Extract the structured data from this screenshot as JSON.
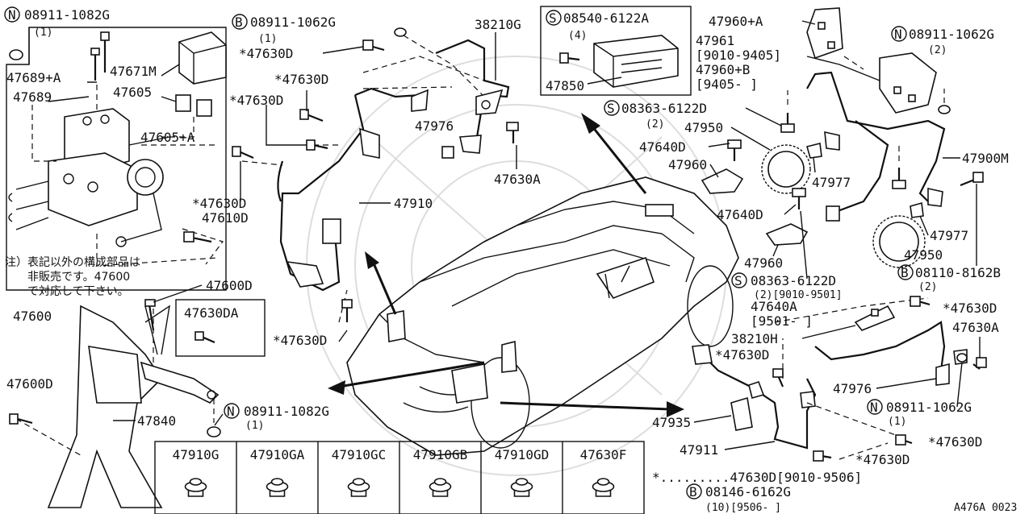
{
  "labels": {
    "n_08911_1082g_top": "08911-1082G",
    "n_08911_1082g_top_qty": "(1)",
    "p47689a": "47689+A",
    "p47689": "47689",
    "p47671m": "47671M",
    "p47605": "47605",
    "p47605a": "47605+A",
    "note_line1": "注）表記以外の構成部品は",
    "note_line2": "非販売です。47600",
    "note_line3": "で対応して下さい。",
    "p47600": "47600",
    "p47600d_left": "47600D",
    "p47600d_mid": "47600D",
    "p47840": "47840",
    "b_08911_1062g": "08911-1062G",
    "b_08911_1062g_qty": "(1)",
    "p47630d_a": "47630D",
    "p47630d_b": "47630D",
    "p47630d_c": "47630D",
    "p47630d_d": "47630D",
    "p47630d_e": "47630D",
    "p47610d": "47610D",
    "p47910": "47910",
    "p38210g": "38210G",
    "p47976_top": "47976",
    "p47630a_top": "47630A",
    "p47630da": "47630DA",
    "n_08911_1082g_bottom": "08911-1082G",
    "n_08911_1082g_bottom_qty": "(1)",
    "s_08540_6122a": "08540-6122A",
    "s_08540_6122a_qty": "(4)",
    "p47850": "47850",
    "p47960a": "47960+A",
    "p47961": "47961",
    "p47961_range": "[9010-9405]",
    "p47960b": "47960+B",
    "p47960b_range": "[9405-   ]",
    "n_08911_1062g_right": "08911-1062G",
    "n_08911_1062g_right_qty": "(2)",
    "s_08363_6122d_top": "08363-6122D",
    "s_08363_6122d_top_qty": "(2)",
    "p47950_top": "47950",
    "p47640d_top": "47640D",
    "p47960_top": "47960",
    "p47977_top": "47977",
    "p47900m": "47900M",
    "p47640d_mid": "47640D",
    "p47977_mid": "47977",
    "p47960_bottom": "47960",
    "p47950_bottom": "47950",
    "s_08363_6122d_bottom": "08363-6122D",
    "s_08363_6122d_bottom_qty": "(2)[9010-9501]",
    "b_08110_8162b": "08110-8162B",
    "b_08110_8162b_qty": "(2)",
    "p47640a": "47640A",
    "p47640a_range": "[9501-   ]",
    "p47630d_r1": "47630D",
    "p38210h": "38210H",
    "p47630a_right": "47630A",
    "p47630d_r2": "47630D",
    "p47976_right": "47976",
    "n_08911_1062g_lower": "08911-1062G",
    "n_08911_1062g_lower_qty": "(1)",
    "p47935": "47935",
    "p47630d_r3": "47630D",
    "p47911": "47911",
    "p47630d_r4": "47630D",
    "footnote_a": "*.........47630D[9010-9506]",
    "footnote_b": "08146-6162G",
    "footnote_b_qty": "(10)[9506-     ]",
    "diagram_code": "A476A 0023"
  },
  "prefix": {
    "n": "N",
    "b": "B",
    "s": "S",
    "star": "*"
  },
  "bottom_parts": [
    "47910G",
    "47910GA",
    "47910GC",
    "47910GB",
    "47910GD",
    "47630F"
  ]
}
